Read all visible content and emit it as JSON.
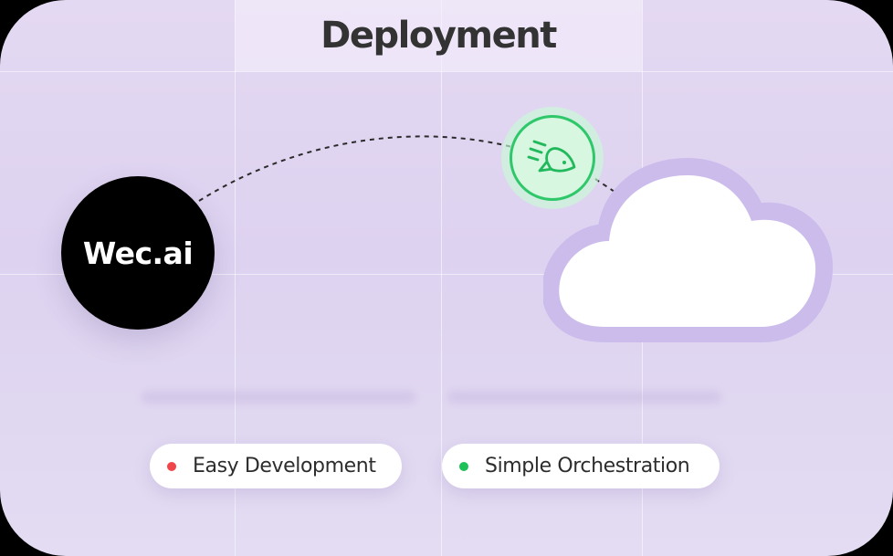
{
  "header": {
    "title": "Deployment"
  },
  "logo": {
    "text": "Wec.ai"
  },
  "rocket": {
    "icon": "rocket-icon"
  },
  "cloud": {
    "icon": "cloud-icon"
  },
  "features": [
    {
      "label": "Easy Development",
      "dot_color": "#f0464a"
    },
    {
      "label": "Simple Orchestration",
      "dot_color": "#1ec05a"
    }
  ],
  "colors": {
    "background": "#e0d6f2",
    "accent_green": "#2ec86a",
    "cloud_outline": "#cdbdec"
  }
}
